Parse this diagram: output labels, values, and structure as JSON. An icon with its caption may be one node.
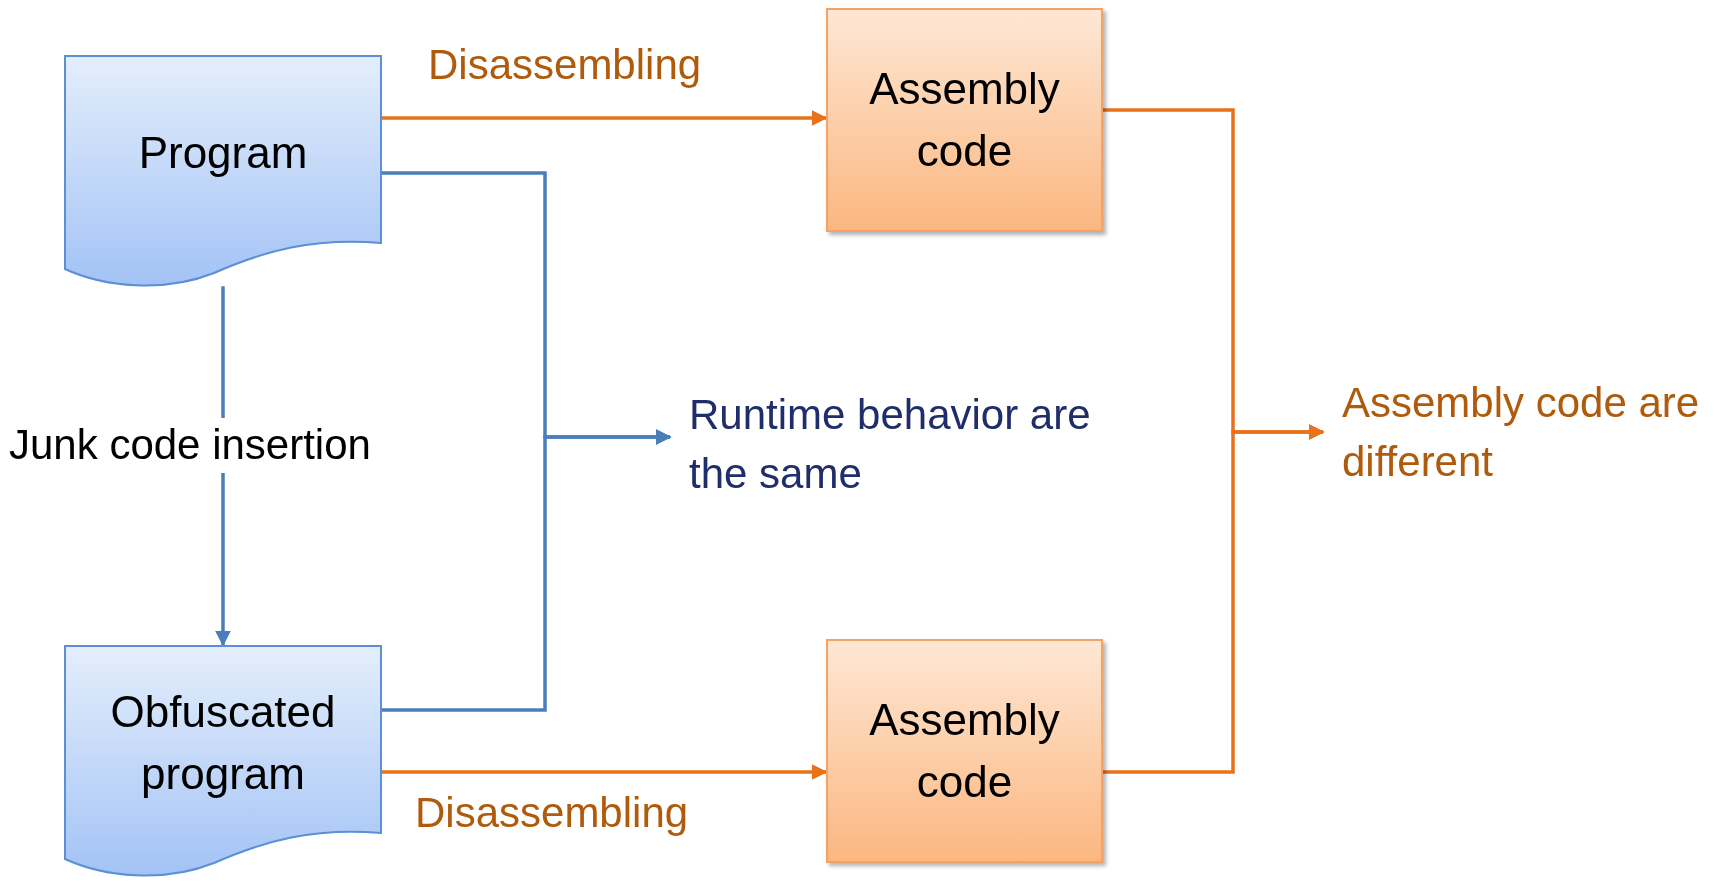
{
  "diagram": {
    "nodes": [
      {
        "text": [
          "Program"
        ]
      },
      {
        "text": [
          "Obfuscated program"
        ]
      },
      {
        "text": [
          "Assembly code"
        ]
      },
      {
        "text": [
          "Assembly code"
        ]
      },
      {
        "text": [
          "Runtime behavior are the same"
        ]
      },
      {
        "text": [
          "Assembly code are different"
        ]
      }
    ],
    "edges": [
      {
        "from": 0,
        "to": 2,
        "arrow": "to",
        "label": "Disassembling",
        "color": "#e8711a"
      },
      {
        "from": 1,
        "to": 3,
        "arrow": "to",
        "label": "Disassembling",
        "color": "#e8711a"
      },
      {
        "from": 0,
        "to": 1,
        "arrow": "to",
        "label": "Junk code insertion",
        "color": "#4a7ebb"
      },
      {
        "from": 0,
        "to": 4,
        "arrow": "to",
        "color": "#4a7ebb"
      },
      {
        "from": 1,
        "to": 4,
        "arrow": "to",
        "color": "#4a7ebb"
      },
      {
        "from": 2,
        "to": 5,
        "arrow": "to",
        "color": "#e8711a"
      },
      {
        "from": 3,
        "to": 5,
        "arrow": "to",
        "color": "#e8711a"
      }
    ]
  }
}
